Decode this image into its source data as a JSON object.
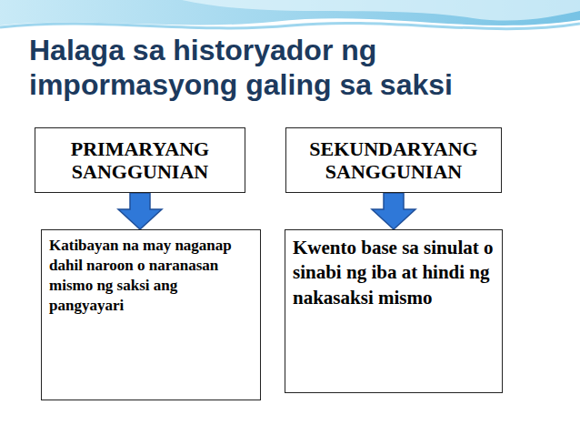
{
  "diagram": {
    "title": "Halaga sa historyador ng impormasyong galing sa saksi",
    "nodes": [
      {
        "text": [
          "PRIMARYANG SANGGUNIAN"
        ]
      },
      {
        "text": [
          "SEKUNDARYANG SANGGUNIAN"
        ]
      },
      {
        "text": [
          "Katibayan na may naganap dahil naroon o naranasan mismo ng saksi ang pangyayari"
        ]
      },
      {
        "text": [
          "Kwento base sa sinulat o sinabi ng iba at hindi ng nakasaksi mismo"
        ]
      }
    ],
    "edges": [
      {
        "from": 0,
        "to": 2,
        "arrow": "to"
      },
      {
        "from": 1,
        "to": 3,
        "arrow": "to"
      }
    ]
  }
}
